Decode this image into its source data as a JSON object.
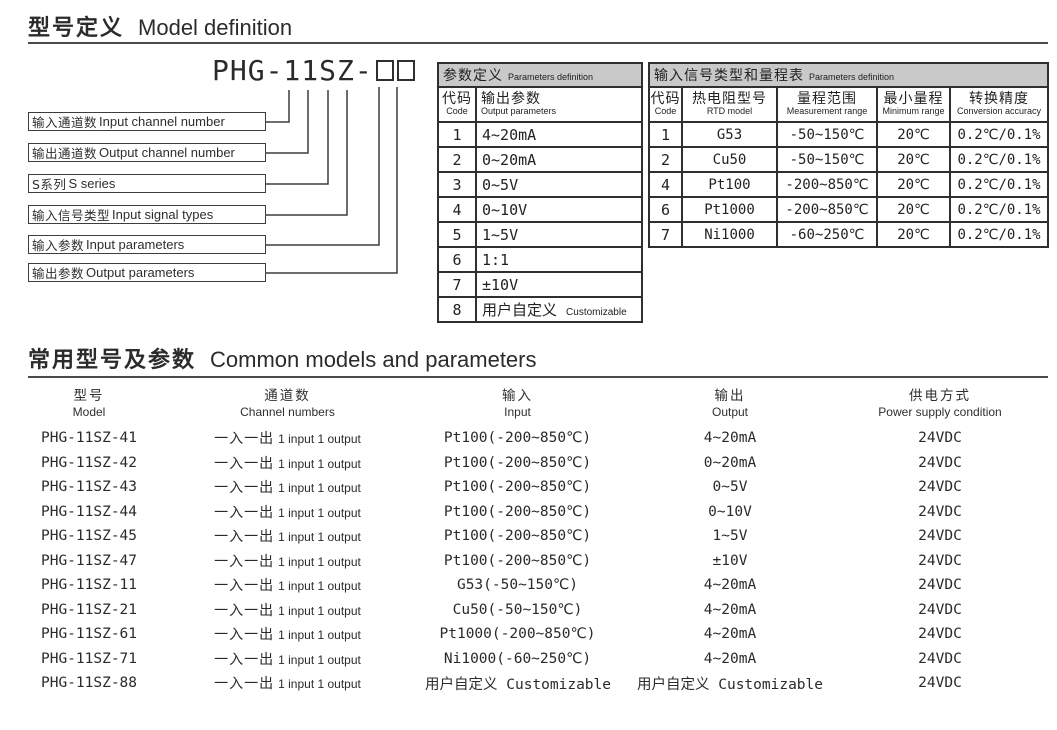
{
  "titles": {
    "section1_cn": "型号定义",
    "section1_en": "Model definition",
    "section2_cn": "常用型号及参数",
    "section2_en": "Common models and parameters"
  },
  "model_figure": {
    "code_prefix": "PHG-11SZ-",
    "callouts": [
      {
        "cn": "输入通道数",
        "en": "Input channel number"
      },
      {
        "cn": "输出通道数",
        "en": "Output channel number"
      },
      {
        "cn": "S系列",
        "en": "S series"
      },
      {
        "cn": "输入信号类型",
        "en": "Input signal types"
      },
      {
        "cn": "输入参数",
        "en": "Input parameters"
      },
      {
        "cn": "输出参数",
        "en": "Output parameters"
      }
    ]
  },
  "params_table": {
    "title_cn": "参数定义",
    "title_en": "Parameters definition",
    "h_code_cn": "代码",
    "h_code_en": "Code",
    "h_out_cn": "输出参数",
    "h_out_en": "Output parameters",
    "rows": [
      {
        "code": "1",
        "value": "4~20mA"
      },
      {
        "code": "2",
        "value": "0~20mA"
      },
      {
        "code": "3",
        "value": "0~5V"
      },
      {
        "code": "4",
        "value": "0~10V"
      },
      {
        "code": "5",
        "value": "1~5V"
      },
      {
        "code": "6",
        "value": "1:1"
      },
      {
        "code": "7",
        "value": "±10V"
      },
      {
        "code": "8",
        "value": "用户自定义",
        "value_en": "Customizable"
      }
    ]
  },
  "signal_table": {
    "title_cn": "输入信号类型和量程表",
    "title_en": "Parameters definition",
    "headers": [
      {
        "cn": "代码",
        "en": "Code"
      },
      {
        "cn": "热电阻型号",
        "en": "RTD model"
      },
      {
        "cn": "量程范围",
        "en": "Measurement range"
      },
      {
        "cn": "最小量程",
        "en": "Minimum range"
      },
      {
        "cn": "转换精度",
        "en": "Conversion accuracy"
      }
    ],
    "rows": [
      {
        "code": "1",
        "model": "G53",
        "range": "-50~150℃",
        "min": "20℃",
        "acc": "0.2℃/0.1%"
      },
      {
        "code": "2",
        "model": "Cu50",
        "range": "-50~150℃",
        "min": "20℃",
        "acc": "0.2℃/0.1%"
      },
      {
        "code": "4",
        "model": "Pt100",
        "range": "-200~850℃",
        "min": "20℃",
        "acc": "0.2℃/0.1%"
      },
      {
        "code": "6",
        "model": "Pt1000",
        "range": "-200~850℃",
        "min": "20℃",
        "acc": "0.2℃/0.1%"
      },
      {
        "code": "7",
        "model": "Ni1000",
        "range": "-60~250℃",
        "min": "20℃",
        "acc": "0.2℃/0.1%"
      }
    ]
  },
  "models_table": {
    "headers": [
      {
        "cn": "型号",
        "en": "Model"
      },
      {
        "cn": "通道数",
        "en": "Channel numbers"
      },
      {
        "cn": "输入",
        "en": "Input"
      },
      {
        "cn": "输出",
        "en": "Output"
      },
      {
        "cn": "供电方式",
        "en": "Power supply condition"
      }
    ],
    "rows": [
      {
        "model": "PHG-11SZ-41",
        "ch_cn": "一入一出",
        "ch_en": "1 input 1 output",
        "input": "Pt100(-200~850℃)",
        "output": "4~20mA",
        "power": "24VDC"
      },
      {
        "model": "PHG-11SZ-42",
        "ch_cn": "一入一出",
        "ch_en": "1 input 1 output",
        "input": "Pt100(-200~850℃)",
        "output": "0~20mA",
        "power": "24VDC"
      },
      {
        "model": "PHG-11SZ-43",
        "ch_cn": "一入一出",
        "ch_en": "1 input 1 output",
        "input": "Pt100(-200~850℃)",
        "output": "0~5V",
        "power": "24VDC"
      },
      {
        "model": "PHG-11SZ-44",
        "ch_cn": "一入一出",
        "ch_en": "1 input 1 output",
        "input": "Pt100(-200~850℃)",
        "output": "0~10V",
        "power": "24VDC"
      },
      {
        "model": "PHG-11SZ-45",
        "ch_cn": "一入一出",
        "ch_en": "1 input 1 output",
        "input": "Pt100(-200~850℃)",
        "output": "1~5V",
        "power": "24VDC"
      },
      {
        "model": "PHG-11SZ-47",
        "ch_cn": "一入一出",
        "ch_en": "1 input 1 output",
        "input": "Pt100(-200~850℃)",
        "output": "±10V",
        "power": "24VDC"
      },
      {
        "model": "PHG-11SZ-11",
        "ch_cn": "一入一出",
        "ch_en": "1 input 1 output",
        "input": "G53(-50~150℃)",
        "output": "4~20mA",
        "power": "24VDC"
      },
      {
        "model": "PHG-11SZ-21",
        "ch_cn": "一入一出",
        "ch_en": "1 input 1 output",
        "input": "Cu50(-50~150℃)",
        "output": "4~20mA",
        "power": "24VDC"
      },
      {
        "model": "PHG-11SZ-61",
        "ch_cn": "一入一出",
        "ch_en": "1 input 1 output",
        "input": "Pt1000(-200~850℃)",
        "output": "4~20mA",
        "power": "24VDC"
      },
      {
        "model": "PHG-11SZ-71",
        "ch_cn": "一入一出",
        "ch_en": "1 input 1 output",
        "input": "Ni1000(-60~250℃)",
        "output": "4~20mA",
        "power": "24VDC"
      },
      {
        "model": "PHG-11SZ-88",
        "ch_cn": "一入一出",
        "ch_en": "1 input 1 output",
        "input": "用户自定义 Customizable",
        "output": "用户自定义 Customizable",
        "power": "24VDC"
      }
    ]
  }
}
